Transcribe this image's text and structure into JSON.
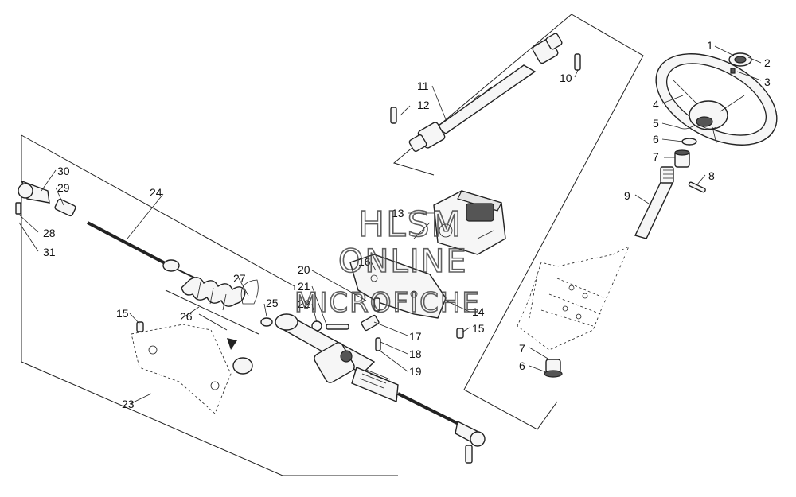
{
  "callouts": [
    {
      "id": "1",
      "text": "1"
    },
    {
      "id": "2",
      "text": "2"
    },
    {
      "id": "3",
      "text": "3"
    },
    {
      "id": "4",
      "text": "4"
    },
    {
      "id": "5",
      "text": "5"
    },
    {
      "id": "6a",
      "text": "6"
    },
    {
      "id": "7a",
      "text": "7"
    },
    {
      "id": "8",
      "text": "8"
    },
    {
      "id": "9",
      "text": "9"
    },
    {
      "id": "10",
      "text": "10"
    },
    {
      "id": "11",
      "text": "11"
    },
    {
      "id": "12",
      "text": "12"
    },
    {
      "id": "13",
      "text": "13"
    },
    {
      "id": "14",
      "text": "14"
    },
    {
      "id": "15a",
      "text": "15"
    },
    {
      "id": "15b",
      "text": "15"
    },
    {
      "id": "16",
      "text": "16"
    },
    {
      "id": "17",
      "text": "17"
    },
    {
      "id": "18",
      "text": "18"
    },
    {
      "id": "19",
      "text": "19"
    },
    {
      "id": "20",
      "text": "20"
    },
    {
      "id": "21",
      "text": "21"
    },
    {
      "id": "22",
      "text": "22"
    },
    {
      "id": "23",
      "text": "23"
    },
    {
      "id": "24",
      "text": "24"
    },
    {
      "id": "25",
      "text": "25"
    },
    {
      "id": "26",
      "text": "26"
    },
    {
      "id": "27",
      "text": "27"
    },
    {
      "id": "28",
      "text": "28"
    },
    {
      "id": "29",
      "text": "29"
    },
    {
      "id": "30",
      "text": "30"
    },
    {
      "id": "31",
      "text": "31"
    },
    {
      "id": "7b",
      "text": "7"
    },
    {
      "id": "6b",
      "text": "6"
    }
  ],
  "watermark": {
    "line1": "HLSM",
    "line2": "ONLINE",
    "line3": "MICROFICHE"
  }
}
